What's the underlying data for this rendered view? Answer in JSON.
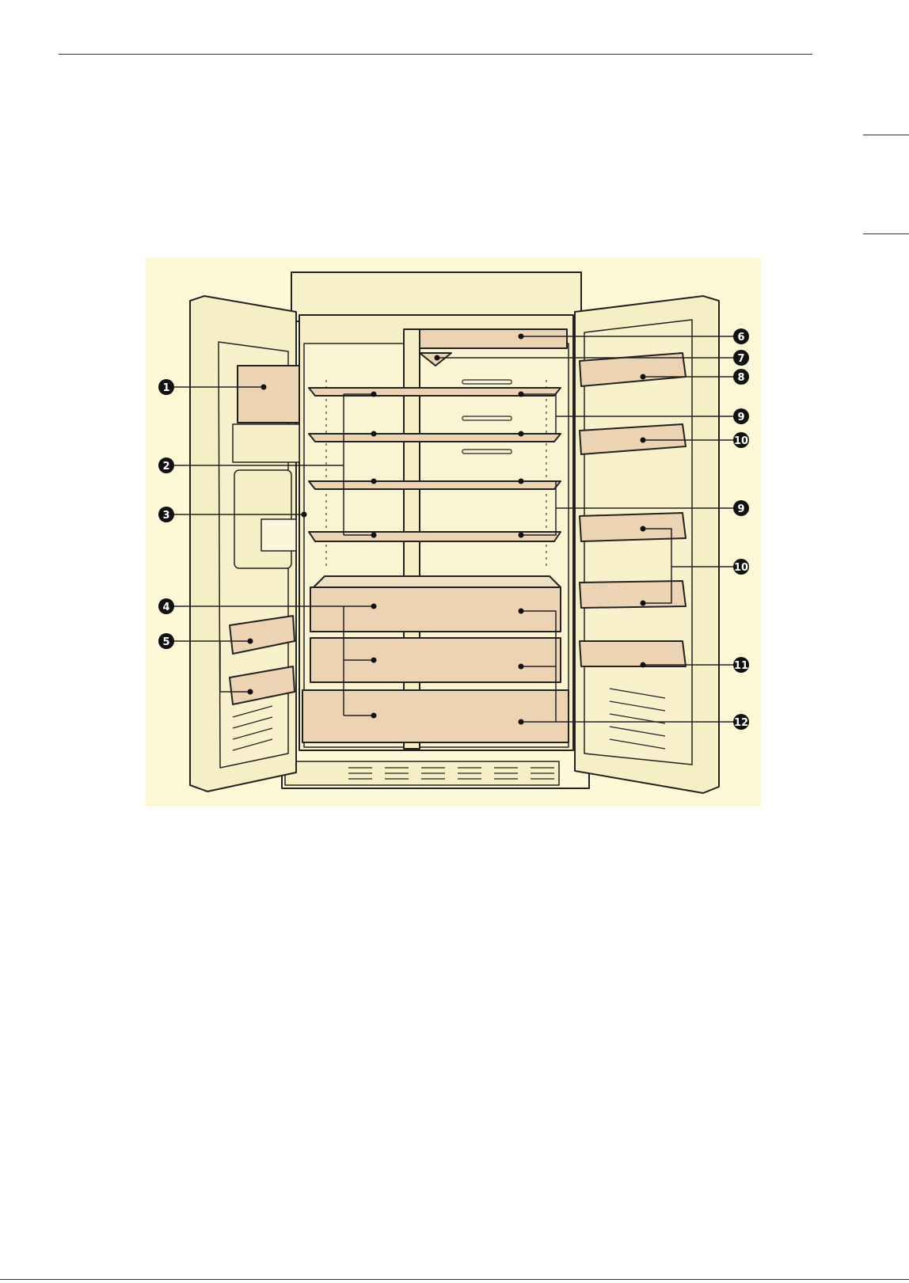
{
  "figure": {
    "background_color": "#fdf8d6",
    "fill_color": "#f6eec4",
    "bin_color": "#ecd3b3",
    "line_color": "#222222"
  },
  "callouts": [
    {
      "id": 1,
      "text": "1"
    },
    {
      "id": 2,
      "text": "2"
    },
    {
      "id": 3,
      "text": "3"
    },
    {
      "id": 4,
      "text": "4"
    },
    {
      "id": 5,
      "text": "5"
    },
    {
      "id": 6,
      "text": "6"
    },
    {
      "id": 7,
      "text": "7"
    },
    {
      "id": 8,
      "text": "8"
    },
    {
      "id": 9,
      "text": "9"
    },
    {
      "id": 10,
      "text": "10"
    },
    {
      "id": 11,
      "text": "11"
    },
    {
      "id": 12,
      "text": "12"
    }
  ]
}
